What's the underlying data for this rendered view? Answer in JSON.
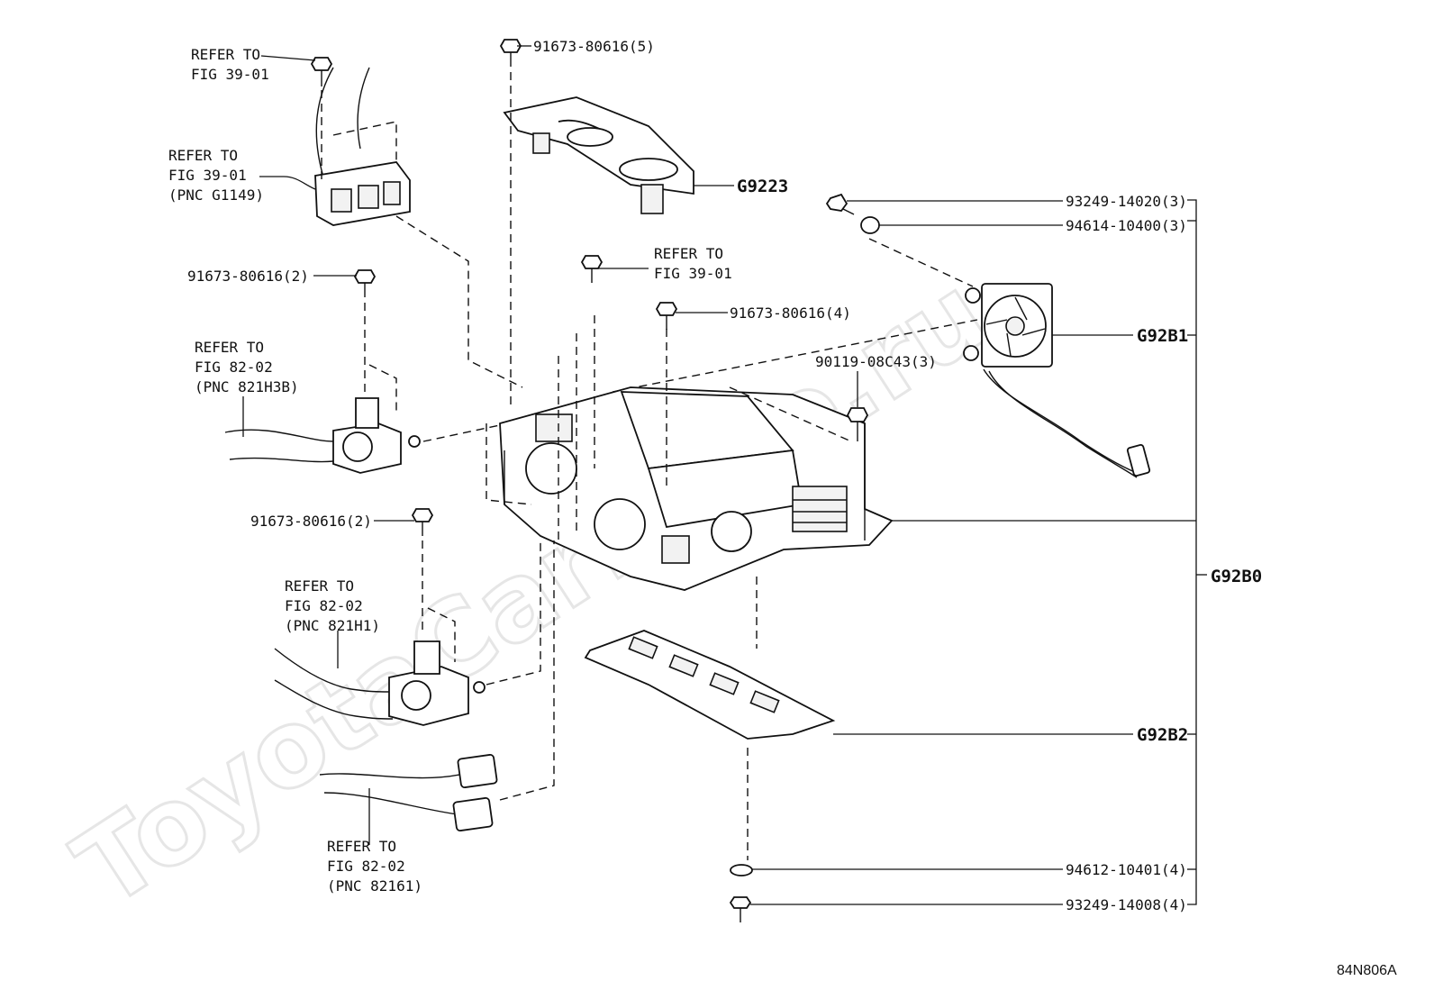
{
  "watermark": "ToyotaCarMine.ru",
  "figure_code": "84N806A",
  "callouts": {
    "bolt_top": "91673-80616(5)",
    "gasket_code": "G9223",
    "screw_fan": "93249-14020(3)",
    "washer_fan": "94614-10400(3)",
    "fan_code": "G92B1",
    "bolt_right": "90119-08C43(3)",
    "inverter_code": "G92B0",
    "cover_code": "G92B2",
    "washer_bottom": "94612-10401(4)",
    "screw_bottom": "93249-14008(4)",
    "bolt_mid": "91673-80616(4)",
    "bolt_left_upper": "91673-80616(2)",
    "bolt_left_lower": "91673-80616(2)"
  },
  "references": {
    "ref_top_left": [
      "REFER TO",
      "FIG 39-01"
    ],
    "ref_connector": [
      "REFER TO",
      "FIG 39-01",
      "(PNC G1149)"
    ],
    "ref_center": [
      "REFER TO",
      "FIG 39-01"
    ],
    "ref_hose_upper": [
      "REFER TO",
      "FIG 82-02",
      "(PNC 821H3B)"
    ],
    "ref_hose_lower": [
      "REFER TO",
      "FIG 82-02",
      "(PNC 821H1)"
    ],
    "ref_harness": [
      "REFER TO",
      "FIG 82-02",
      "(PNC 82161)"
    ]
  }
}
